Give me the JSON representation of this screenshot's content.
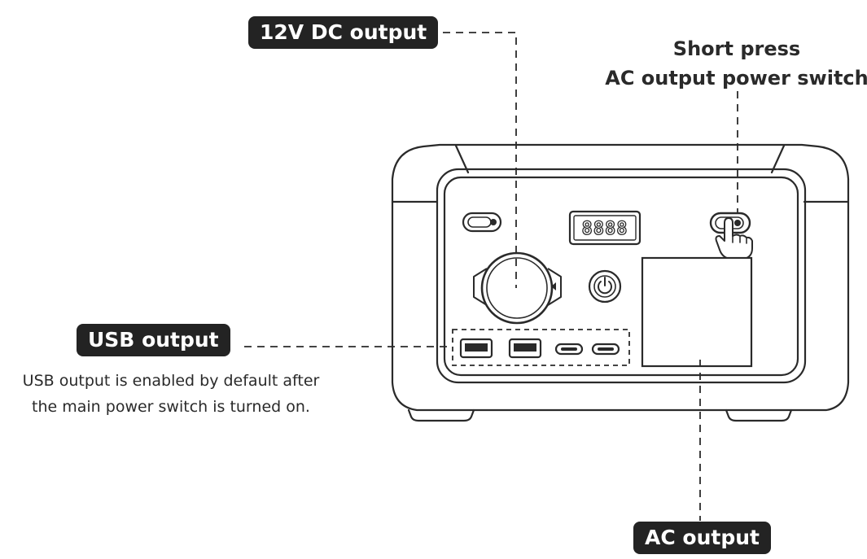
{
  "labels": {
    "dc_output": "12V DC output",
    "usb_output": "USB output",
    "ac_output": "AC output"
  },
  "notes": {
    "switch_line1": "Short press",
    "switch_line2": "AC output power switch",
    "usb_line1": "USB output is enabled by default after",
    "usb_line2": "the main power switch is turned on."
  },
  "display": {
    "digits": "8888"
  },
  "colors": {
    "ink": "#2a2a2a",
    "label_bg": "#232323",
    "label_text": "#ffffff",
    "background": "#ffffff"
  },
  "icons": [
    "power-icon",
    "hand-pointer-icon",
    "usb-a-port-icon",
    "usb-c-port-icon",
    "dc-socket-icon"
  ]
}
